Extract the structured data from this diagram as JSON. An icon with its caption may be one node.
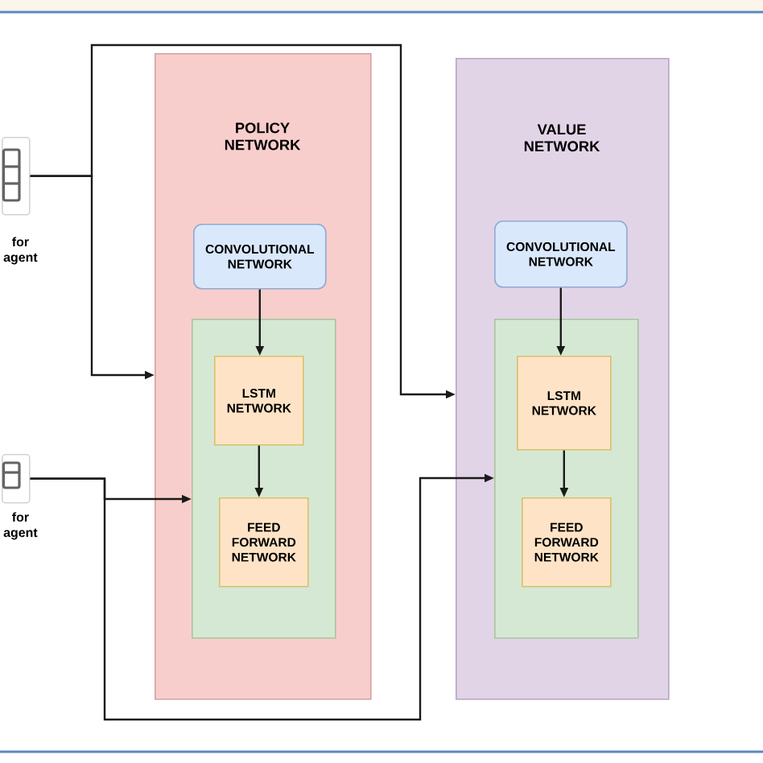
{
  "diagram": {
    "nodes": [
      {
        "text": [
          "for agent"
        ]
      },
      {
        "text": [
          "for agent"
        ]
      },
      {
        "text": [
          "POLICY NETWORK"
        ]
      },
      {
        "text": [
          "CONVOLUTIONAL NETWORK"
        ],
        "in": 2
      },
      {
        "text": [],
        "shape": "box",
        "in": 2
      },
      {
        "text": [
          "LSTM NETWORK"
        ],
        "in": 4
      },
      {
        "text": [
          "FEED FORWARD NETWORK"
        ],
        "in": 4
      },
      {
        "text": [
          "VALUE NETWORK"
        ]
      },
      {
        "text": [
          "CONVOLUTIONAL NETWORK"
        ],
        "in": 7
      },
      {
        "text": [],
        "shape": "box",
        "in": 7
      },
      {
        "text": [
          "LSTM NETWORK"
        ],
        "in": 9
      },
      {
        "text": [
          "FEED FORWARD NETWORK"
        ],
        "in": 9
      }
    ],
    "edges": [
      {
        "from": 0,
        "to": 2,
        "arrow": "to"
      },
      {
        "from": 0,
        "to": 7,
        "arrow": "to"
      },
      {
        "from": 1,
        "to": 4,
        "arrow": "to"
      },
      {
        "from": 1,
        "to": 9,
        "arrow": "to"
      },
      {
        "from": 3,
        "to": 5,
        "arrow": "to"
      },
      {
        "from": 5,
        "to": 6,
        "arrow": "to"
      },
      {
        "from": 8,
        "to": 10,
        "arrow": "to"
      },
      {
        "from": 10,
        "to": 11,
        "arrow": "to"
      }
    ]
  }
}
